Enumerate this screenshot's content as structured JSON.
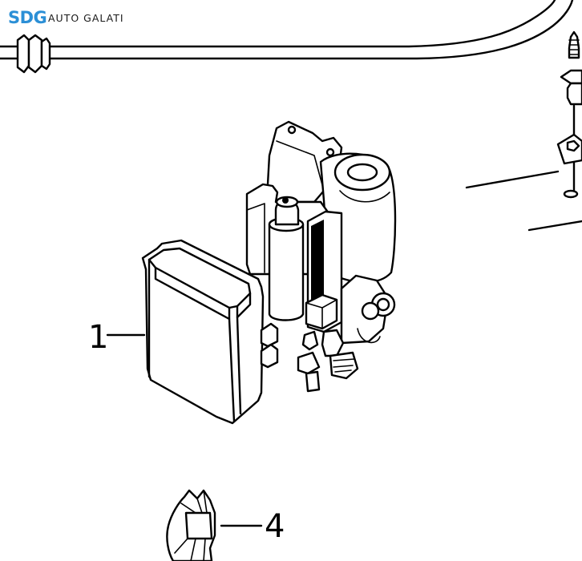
{
  "logo": {
    "mark": "SDG",
    "text": "AUTO GALATI",
    "color": "#2b8fd6"
  },
  "callouts": [
    {
      "id": "1",
      "label": "1"
    },
    {
      "id": "4",
      "label": "4"
    }
  ],
  "icons": {
    "logo": "sdg-logo-icon",
    "module": "control-unit-icon",
    "pump": "pump-assembly-icon",
    "clip": "retaining-clip-icon",
    "bolt": "bolt-icon"
  }
}
